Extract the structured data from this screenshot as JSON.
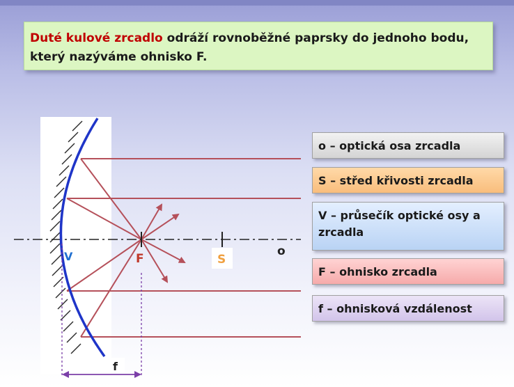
{
  "title": {
    "accent": "Duté kulové zrcadlo",
    "rest": " odráží rovnoběžné paprsky do jednoho bodu, který nazýváme ohnisko F."
  },
  "diagram_labels": {
    "V": "V",
    "F": "F",
    "S": "S",
    "o": "o",
    "f": "f"
  },
  "legend": [
    {
      "text": "o – optická osa zrcadla"
    },
    {
      "text": "S – střed křivosti zrcadla"
    },
    {
      "text": "V – průsečík optické osy a zrcadla"
    },
    {
      "text": "F – ohnisko zrcadla"
    },
    {
      "text": "f – ohnisková vzdálenost"
    }
  ],
  "colors": {
    "title_accent": "#c00000",
    "ray": "#b5505a",
    "mirror": "#1f35c8",
    "label_V": "#1f6fd0",
    "label_F": "#c0392b",
    "label_S": "#f0a040",
    "dimension": "#7b3fa8"
  }
}
